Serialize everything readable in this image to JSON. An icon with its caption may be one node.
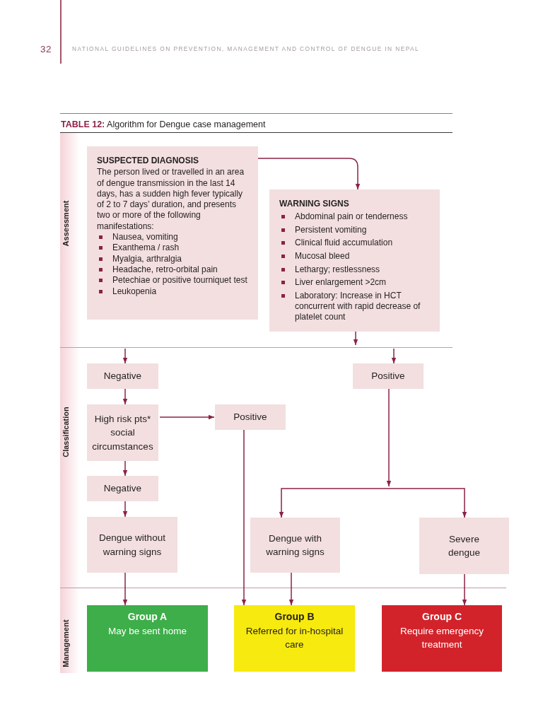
{
  "diagram": {
    "title": "**TABLE 12:** Algorithm for Dengue case management",
    "nodes": [
      {
        "text": [
          "SUSPECTED DIAGNOSIS",
          "The person lived or travelled in an area of dengue transmission in the last 14 days, has a sudden high fever typically of 2 to 7 days’ duration, and presents two or more of the following manifestations:",
          "Nausea, vomiting",
          "Exanthema / rash",
          "Myalgia, arthralgia",
          "Headache, retro-orbital pain",
          "Petechiae or positive tourniquet test",
          "Leukopenia"
        ]
      },
      {
        "text": [
          "WARNING SIGNS",
          "Abdominal pain or tenderness",
          "Persistent vomiting",
          "Clinical fluid accumulation",
          "Mucosal bleed",
          "Lethargy; restlessness",
          "Liver enlargement >2cm",
          "Laboratory: Increase in HCT concurrent with rapid decrease of platelet count"
        ]
      },
      {
        "text": [
          "Negative"
        ]
      },
      {
        "text": [
          "Positive"
        ]
      },
      {
        "text": [
          "High risk pts* social circumstances"
        ]
      },
      {
        "text": [
          "Positive"
        ]
      },
      {
        "text": [
          "Negative"
        ]
      },
      {
        "text": [
          "Dengue without warning signs"
        ]
      },
      {
        "text": [
          "Dengue with warning signs"
        ]
      },
      {
        "text": [
          "Severe dengue"
        ]
      },
      {
        "text": [
          "Group A",
          "May be sent home"
        ]
      },
      {
        "text": [
          "Group B",
          "Referred for in-hospital care"
        ]
      },
      {
        "text": [
          "Group C",
          "Require emergency treatment"
        ]
      }
    ],
    "edges": [
      {
        "from": 0,
        "to": 1,
        "arrow": "to"
      },
      {
        "from": 1,
        "to": null,
        "arrow": "to"
      },
      {
        "from": null,
        "to": 2,
        "arrow": "to"
      },
      {
        "from": null,
        "to": 3,
        "arrow": "to"
      },
      {
        "from": 2,
        "to": 4,
        "arrow": "to"
      },
      {
        "from": 4,
        "to": 5,
        "arrow": "to"
      },
      {
        "from": 4,
        "to": 6,
        "arrow": "to"
      },
      {
        "from": 6,
        "to": 7,
        "arrow": "to"
      },
      {
        "from": 3,
        "to": 8,
        "arrow": "to"
      },
      {
        "from": 3,
        "to": 9,
        "arrow": "to"
      },
      {
        "from": 5,
        "to": 11,
        "arrow": "to"
      },
      {
        "from": 7,
        "to": 10,
        "arrow": "to"
      },
      {
        "from": 8,
        "to": 11,
        "arrow": "to"
      },
      {
        "from": 9,
        "to": 12,
        "arrow": "to"
      }
    ],
    "labels": [
      "32",
      "NATIONAL GUIDELINES ON PREVENTION, MANAGEMENT AND CONTROL OF DENGUE IN NEPAL",
      "Assessment",
      "Classification",
      "Management"
    ]
  }
}
